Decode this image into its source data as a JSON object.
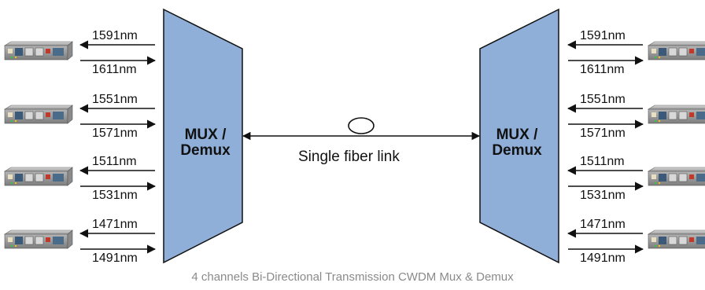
{
  "colors": {
    "mux_fill": "#8fafd8",
    "mux_stroke": "#111111",
    "caption": "#8a8a8a"
  },
  "mux_label_line1": "MUX /",
  "mux_label_line2": "Demux",
  "link_label": "Single fiber link",
  "caption": "4 channels Bi-Directional Transmission CWDM Mux & Demux",
  "channels": [
    {
      "upstream": "1591nm",
      "downstream": "1611nm"
    },
    {
      "upstream": "1551nm",
      "downstream": "1571nm"
    },
    {
      "upstream": "1511nm",
      "downstream": "1531nm"
    },
    {
      "upstream": "1471nm",
      "downstream": "1491nm"
    }
  ],
  "icons": {
    "device": "network-device-icon",
    "fiber_loop": "fiber-loop-icon"
  }
}
